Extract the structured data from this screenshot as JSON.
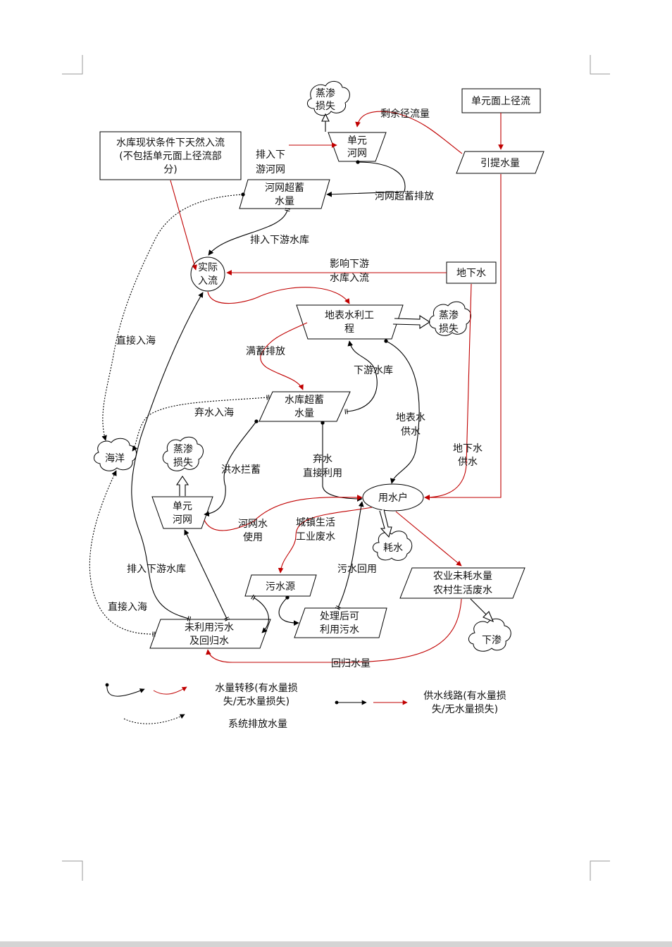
{
  "nodes": {
    "evap_top": [
      "蒸渗",
      "损失"
    ],
    "unit_network_top": [
      "单元",
      "河网"
    ],
    "unit_surface_runoff": "单元面上径流",
    "reservoir_inflow": [
      "水库现状条件下天然入流",
      "(不包括单元面上径流部",
      "分)"
    ],
    "diverted_water": "引提水量",
    "network_overflow": [
      "河网超蓄",
      "水量"
    ],
    "actual_inflow": [
      "实际",
      "入流"
    ],
    "groundwater": "地下水",
    "surface_project": [
      "地表水利工",
      "程"
    ],
    "evap_right": [
      "蒸渗",
      "损失"
    ],
    "reservoir_overflow": [
      "水库超蓄",
      "水量"
    ],
    "ocean": "海洋",
    "evap_left": [
      "蒸渗",
      "损失"
    ],
    "unit_network_bottom": [
      "单元",
      "河网"
    ],
    "water_user": "用水户",
    "consumption": "耗水",
    "agri_unconsumed": [
      "农业未耗水量",
      "农村生活废水"
    ],
    "sewage_source": "污水源",
    "treated_sewage": [
      "处理后可",
      "利用污水"
    ],
    "unused_sewage": [
      "未利用污水",
      "及回归水"
    ],
    "seepage": "下渗"
  },
  "edge_labels": {
    "remaining_runoff": "剩余径流量",
    "into_downstream_network": [
      "排入下",
      "游河网"
    ],
    "network_overflow_discharge": "河网超蓄排放",
    "into_downstream_reservoir_top": "排入下游水库",
    "affect_downstream_inflow": [
      "影响下游",
      "水库入流"
    ],
    "direct_to_sea_top": "直接入海",
    "full_storage_discharge": "满蓄排放",
    "downstream_reservoir": "下游水库",
    "abandoned_to_sea": "弃水入海",
    "surface_supply": [
      "地表水",
      "供水"
    ],
    "groundwater_supply": [
      "地下水",
      "供水"
    ],
    "flood_interception": "洪水拦蓄",
    "abandoned_direct_use": [
      "弃水",
      "直接利用"
    ],
    "network_water_use": [
      "河网水",
      "使用"
    ],
    "urban_wastewater": [
      "城镇生活",
      "工业废水"
    ],
    "into_downstream_reservoir_bottom": "排入下游水库",
    "sewage_reuse": "污水回用",
    "direct_to_sea_bottom": "直接入海",
    "return_water": "回归水量"
  },
  "legend": {
    "transfer": [
      "水量转移(有水量损",
      "失/无水量损失)"
    ],
    "supply": [
      "供水线路(有水量损",
      "失/无水量损失)"
    ],
    "discharge": "系统排放水量"
  },
  "colors": {
    "red": "#c00000",
    "black": "#000000"
  }
}
